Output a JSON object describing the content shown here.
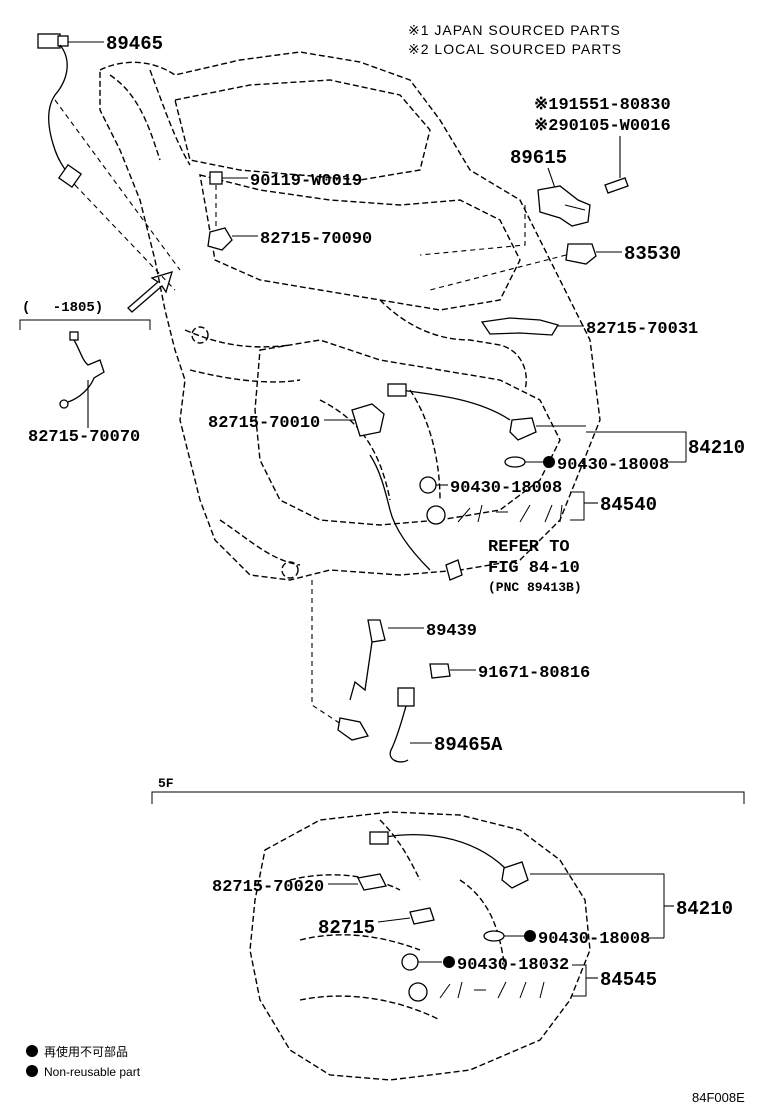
{
  "notes": {
    "japan_sourced": "※1 JAPAN SOURCED PARTS",
    "local_sourced": "※2 LOCAL SOURCED PARTS"
  },
  "parts": {
    "p89465": "89465",
    "p91551_80830": "※191551-80830",
    "p90105_W0016": "※290105-W0016",
    "p89615": "89615",
    "p90119_W0019": "90119-W0019",
    "p82715_70090": "82715-70090",
    "p83530": "83530",
    "p82715_70031": "82715-70031",
    "p82715_70010": "82715-70010",
    "p82715_70070": "82715-70070",
    "range_1805": "(　 -1805)",
    "p84210_upper": "84210",
    "p90430_18008_a": "90430-18008",
    "p90430_18008_b": "90430-18008",
    "p84540": "84540",
    "refer_1": "REFER TO",
    "refer_2": "FIG 84-10",
    "refer_3": "(PNC 89413B)",
    "p89439": "89439",
    "p91671_80816": "91671-80816",
    "p89465A": "89465A",
    "section_5f": "5F",
    "p82715_70020": "82715-70020",
    "p82715": "82715",
    "p84210_lower": "84210",
    "p90430_18008_c": "90430-18008",
    "p90430_18032": "90430-18032",
    "p84545": "84545"
  },
  "legend": {
    "non_reusable_jp": "再使用不可部品",
    "non_reusable_en": "Non-reusable part"
  },
  "figure_code": "84F008E"
}
